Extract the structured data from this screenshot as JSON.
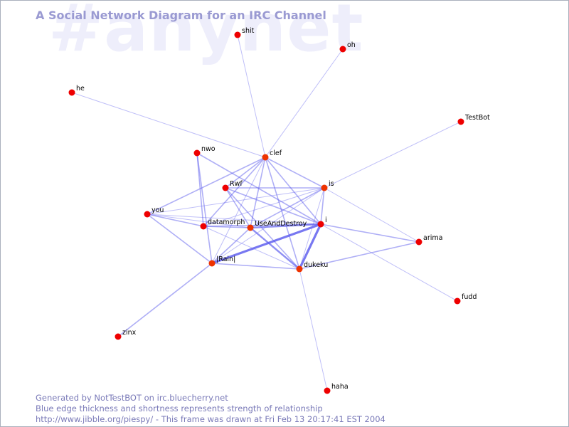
{
  "watermark": "#anynet",
  "title": "A Social Network Diagram for an IRC Channel",
  "colors": {
    "node": "#ee0000",
    "edge": "#6060ee",
    "title": "#9a9ad2",
    "watermark": "#eeeefb",
    "footer": "#7a7ab8"
  },
  "nodes": [
    {
      "id": "shit",
      "label": "shit"
    },
    {
      "id": "oh",
      "label": "oh"
    },
    {
      "id": "he",
      "label": "he"
    },
    {
      "id": "TestBot",
      "label": "TestBot"
    },
    {
      "id": "nwo",
      "label": "nwo"
    },
    {
      "id": "clef",
      "label": "clef"
    },
    {
      "id": "is",
      "label": "is"
    },
    {
      "id": "Rwf",
      "label": "Rwf"
    },
    {
      "id": "you",
      "label": "you"
    },
    {
      "id": "datamorph",
      "label": "datamorph"
    },
    {
      "id": "UseAndDestroy",
      "label": "UseAndDestroy"
    },
    {
      "id": "i",
      "label": "i"
    },
    {
      "id": "arima",
      "label": "arima"
    },
    {
      "id": "Rain",
      "label": "|Rain|"
    },
    {
      "id": "dukeku",
      "label": "dukeku"
    },
    {
      "id": "fudd",
      "label": "fudd"
    },
    {
      "id": "zinx",
      "label": "zinx"
    },
    {
      "id": "haha",
      "label": "haha"
    }
  ],
  "edges": [
    {
      "from": "shit",
      "to": "clef",
      "strength": 1
    },
    {
      "from": "oh",
      "to": "clef",
      "strength": 1
    },
    {
      "from": "he",
      "to": "clef",
      "strength": 1
    },
    {
      "from": "TestBot",
      "to": "is",
      "strength": 1
    },
    {
      "from": "nwo",
      "to": "i",
      "strength": 2
    },
    {
      "from": "nwo",
      "to": "datamorph",
      "strength": 2
    },
    {
      "from": "nwo",
      "to": "Rain",
      "strength": 2
    },
    {
      "from": "clef",
      "to": "is",
      "strength": 2
    },
    {
      "from": "clef",
      "to": "i",
      "strength": 2
    },
    {
      "from": "clef",
      "to": "Rwf",
      "strength": 2
    },
    {
      "from": "clef",
      "to": "UseAndDestroy",
      "strength": 2
    },
    {
      "from": "clef",
      "to": "datamorph",
      "strength": 2
    },
    {
      "from": "clef",
      "to": "you",
      "strength": 2
    },
    {
      "from": "clef",
      "to": "dukeku",
      "strength": 2
    },
    {
      "from": "clef",
      "to": "Rain",
      "strength": 1
    },
    {
      "from": "is",
      "to": "Rwf",
      "strength": 2
    },
    {
      "from": "is",
      "to": "i",
      "strength": 2
    },
    {
      "from": "is",
      "to": "UseAndDestroy",
      "strength": 2
    },
    {
      "from": "is",
      "to": "datamorph",
      "strength": 1
    },
    {
      "from": "is",
      "to": "dukeku",
      "strength": 1
    },
    {
      "from": "is",
      "to": "you",
      "strength": 1
    },
    {
      "from": "is",
      "to": "Rain",
      "strength": 1
    },
    {
      "from": "Rwf",
      "to": "UseAndDestroy",
      "strength": 2
    },
    {
      "from": "Rwf",
      "to": "i",
      "strength": 2
    },
    {
      "from": "Rwf",
      "to": "dukeku",
      "strength": 2
    },
    {
      "from": "you",
      "to": "datamorph",
      "strength": 2
    },
    {
      "from": "you",
      "to": "UseAndDestroy",
      "strength": 1
    },
    {
      "from": "you",
      "to": "Rain",
      "strength": 2
    },
    {
      "from": "you",
      "to": "i",
      "strength": 1
    },
    {
      "from": "datamorph",
      "to": "UseAndDestroy",
      "strength": 2
    },
    {
      "from": "datamorph",
      "to": "i",
      "strength": 2
    },
    {
      "from": "datamorph",
      "to": "dukeku",
      "strength": 1
    },
    {
      "from": "UseAndDestroy",
      "to": "i",
      "strength": 3
    },
    {
      "from": "UseAndDestroy",
      "to": "dukeku",
      "strength": 3
    },
    {
      "from": "UseAndDestroy",
      "to": "Rain",
      "strength": 2
    },
    {
      "from": "i",
      "to": "dukeku",
      "strength": 4
    },
    {
      "from": "i",
      "to": "Rain",
      "strength": 4
    },
    {
      "from": "i",
      "to": "arima",
      "strength": 2
    },
    {
      "from": "i",
      "to": "fudd",
      "strength": 1
    },
    {
      "from": "dukeku",
      "to": "Rain",
      "strength": 2
    },
    {
      "from": "dukeku",
      "to": "arima",
      "strength": 2
    },
    {
      "from": "dukeku",
      "to": "haha",
      "strength": 1
    },
    {
      "from": "Rain",
      "to": "zinx",
      "strength": 2
    },
    {
      "from": "is",
      "to": "arima",
      "strength": 1
    }
  ],
  "footer": {
    "line1": "Generated by NotTestBOT on irc.bluecherry.net",
    "line2": "Blue edge thickness and shortness represents strength of relationship",
    "line3": "http://www.jibble.org/piespy/ - This frame was drawn at Fri Feb 13 20:17:41 EST 2004"
  }
}
